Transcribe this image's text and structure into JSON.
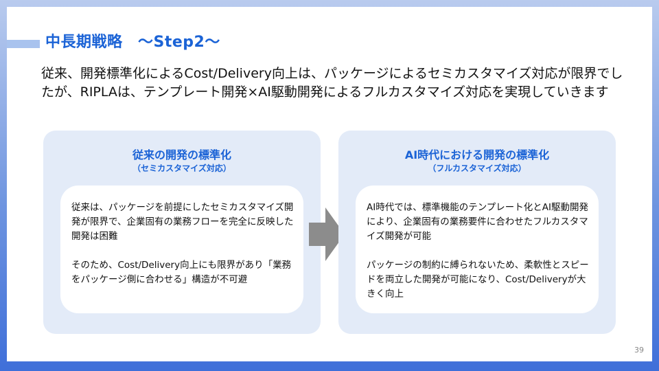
{
  "slide": {
    "title": "中長期戦略　～Step2～",
    "lead": "従来、開発標準化によるCost/Delivery向上は、パッケージによるセミカスタマイズ対応が限界でしたが、RIPLAは、テンプレート開発×AI駆動開発によるフルカスタマイズ対応を実現していきます",
    "page_number": "39"
  },
  "left_panel": {
    "title": "従来の開発の標準化",
    "subtitle": "（セミカスタマイズ対応）",
    "paragraph1": "従来は、パッケージを前提にしたセミカスタマイズ開発が限界で、企業固有の業務フローを完全に反映した開発は困難",
    "paragraph2": "そのため、Cost/Delivery向上にも限界があり「業務をパッケージ側に合わせる」構造が不可避"
  },
  "right_panel": {
    "title": "AI時代における開発の標準化",
    "subtitle": "（フルカスタマイズ対応）",
    "paragraph1": "AI時代では、標準機能のテンプレート化とAI駆動開発により、企業固有の業務要件に合わせたフルカスタマイズ開発が可能",
    "paragraph2": "パッケージの制約に縛られないため、柔軟性とスピードを両立した開発が可能になり、Cost/Deliveryが大きく向上"
  },
  "icons": {
    "arrow": "right-arrow-icon"
  },
  "colors": {
    "accent": "#1b63d6",
    "panel_bg": "#e3ebf8",
    "arrow": "#8c8c8c"
  }
}
